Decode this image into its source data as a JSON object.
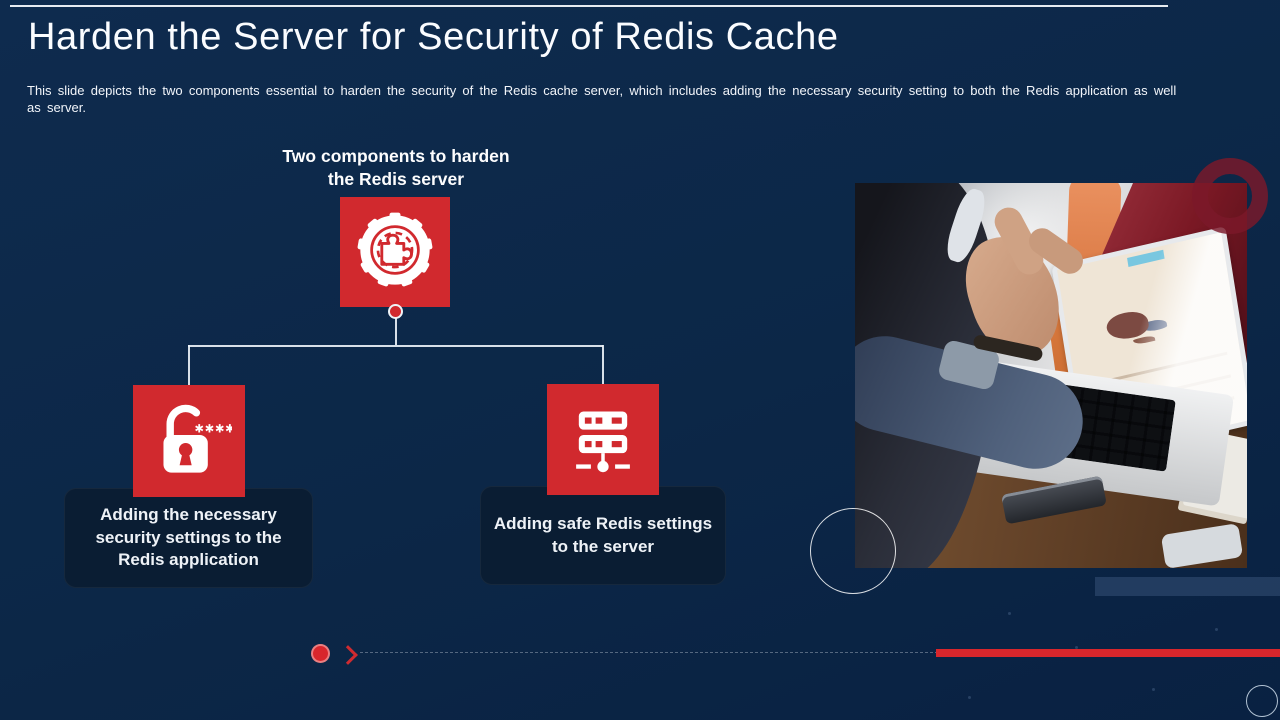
{
  "slide": {
    "title": "Harden the Server for Security of Redis Cache",
    "subtitle": "This slide depicts the two components essential to harden the security of the Redis cache server, which includes adding the necessary security setting to both the Redis application as well as server.",
    "diagram": {
      "heading": "Two components to harden the Redis server",
      "root_icon": "gear-puzzle-icon",
      "branches": [
        {
          "icon": "padlock-password-icon",
          "password_mask": "✱✱✱✱",
          "label": "Adding the necessary security settings to the Redis application"
        },
        {
          "icon": "server-network-icon",
          "label": "Adding safe Redis settings to the server"
        }
      ]
    },
    "colors": {
      "background": "#0c2747",
      "accent_red": "#d1292e",
      "timeline_red": "#d8262c",
      "maroon_ring": "#7b192a",
      "label_box": "#0a1d33",
      "line": "#eef4f9"
    }
  }
}
